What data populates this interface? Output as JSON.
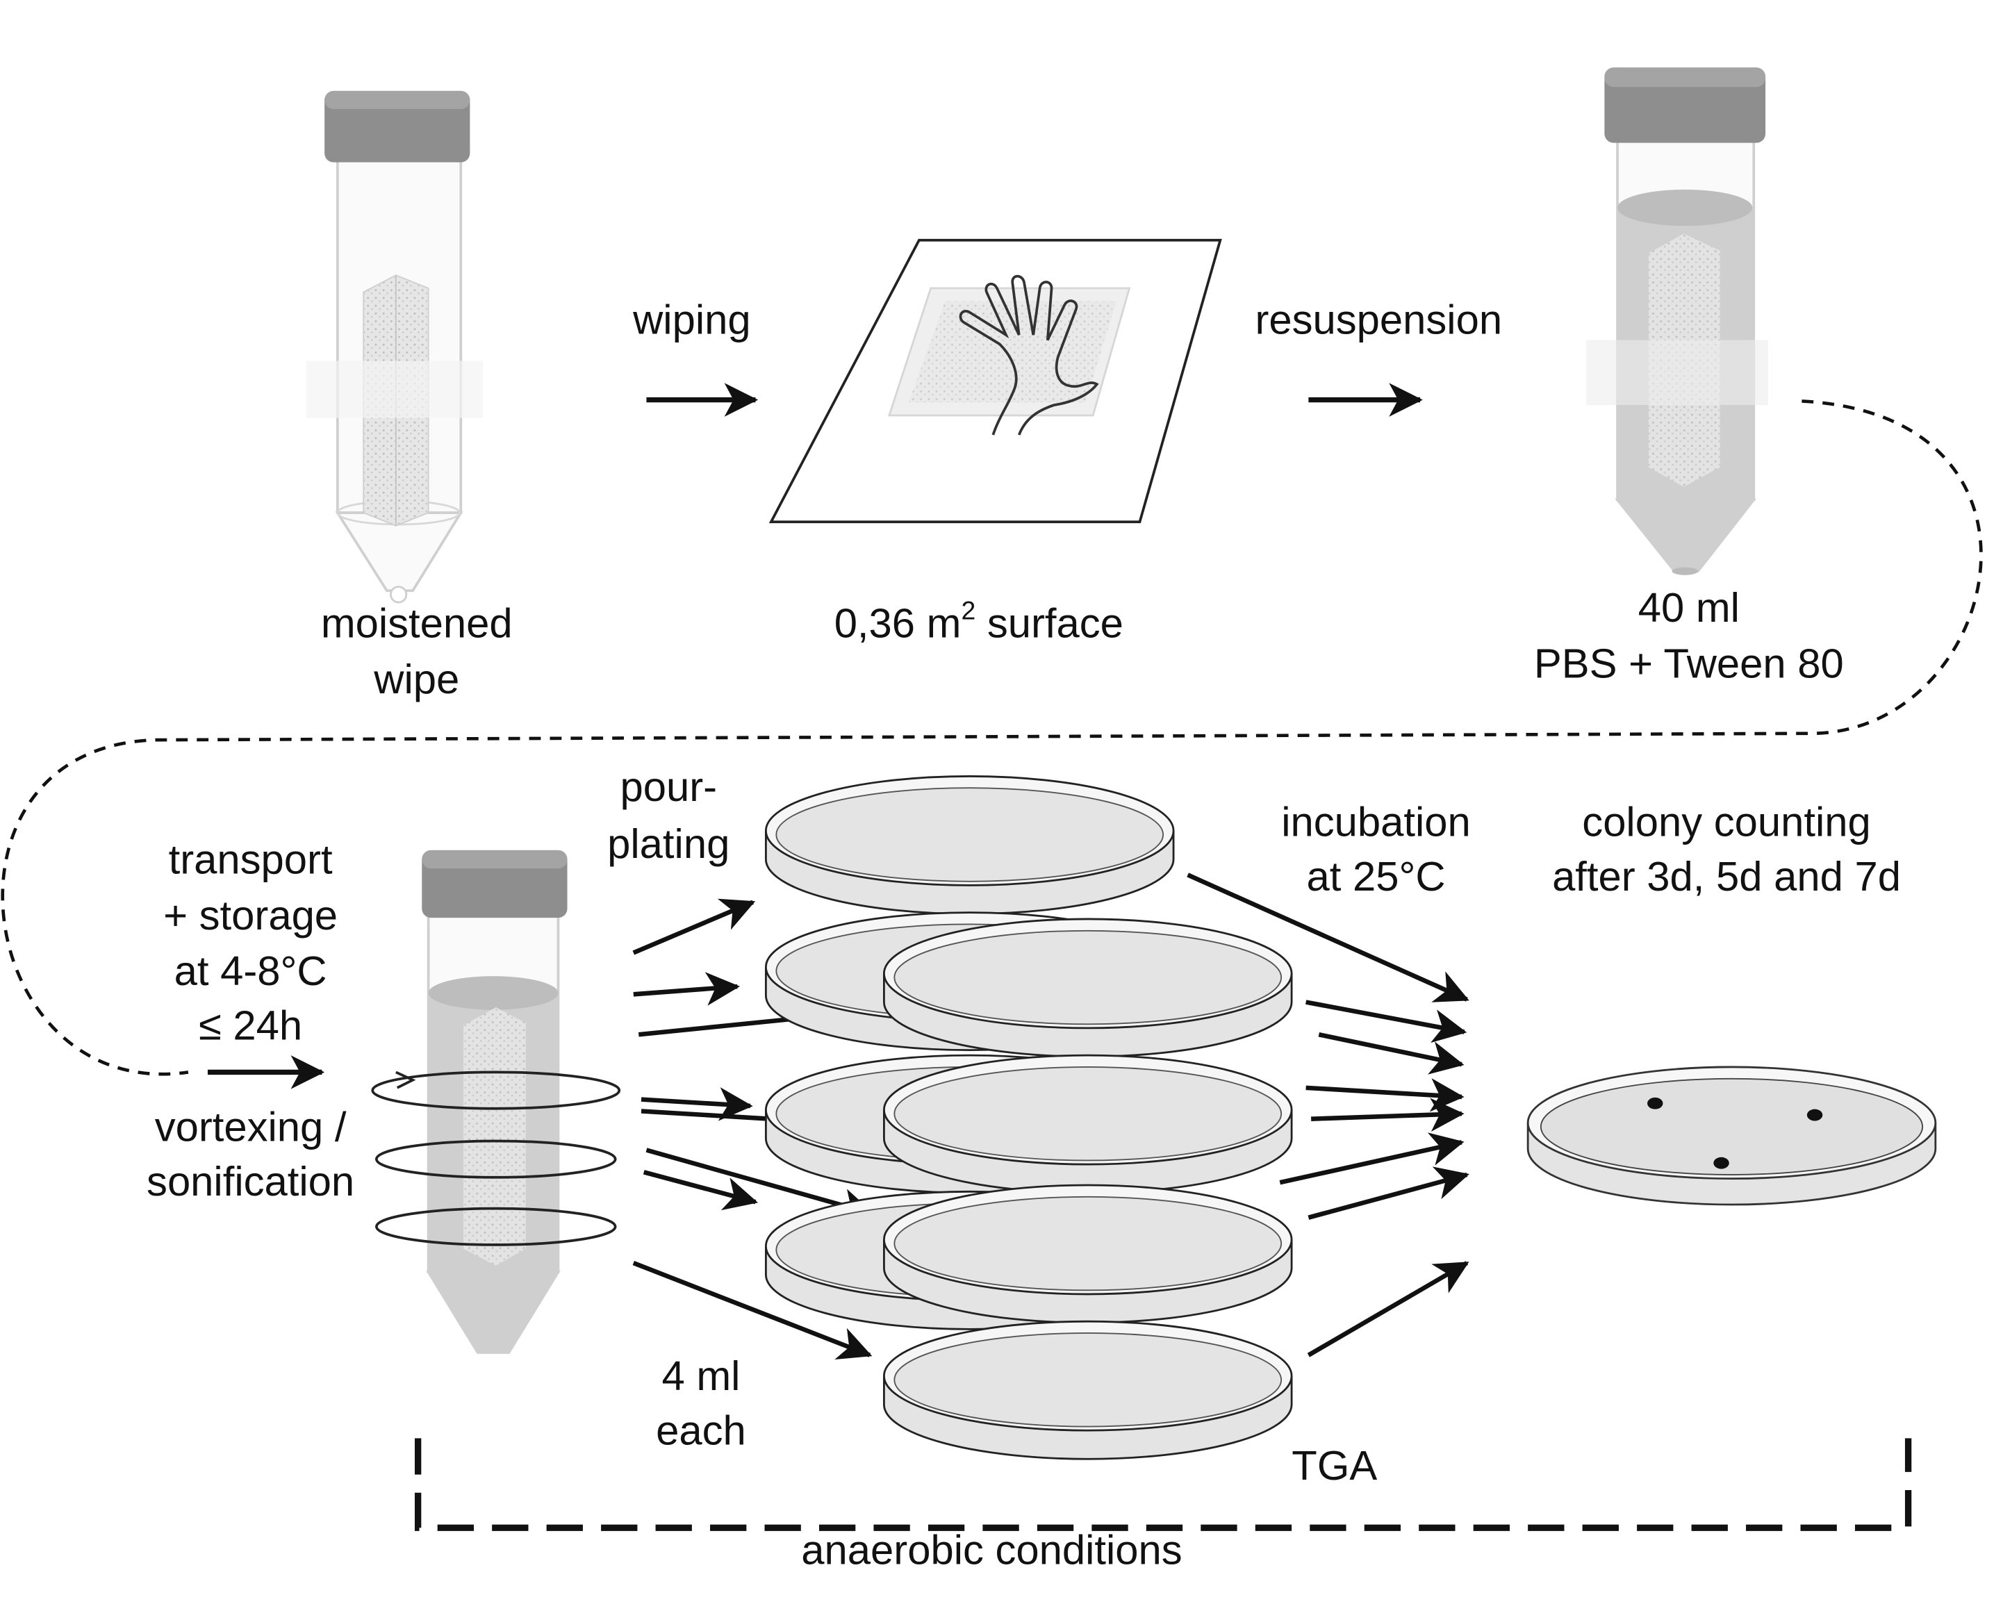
{
  "labels": {
    "wipe_line1": "moistened",
    "wipe_line2": "wipe",
    "wiping": "wiping",
    "surface_prefix": "0,36 m",
    "surface_exp": "2",
    "surface_suffix": " surface",
    "resuspension": "resuspension",
    "volume": "40 ml",
    "buffer": "PBS + Tween 80",
    "transport_1": "transport",
    "transport_2": "+ storage",
    "transport_3": "at 4-8°C",
    "transport_4": "≤ 24h",
    "vortex_1": "vortexing /",
    "vortex_2": "sonification",
    "pour_1": "pour-",
    "pour_2": "plating",
    "each_1": "4 ml",
    "each_2": "each",
    "incub_1": "incubation",
    "incub_2": "at 25°C",
    "count_1": "colony counting",
    "count_2": "after 3d, 5d and 7d",
    "medium": "TGA",
    "anaerobic": "anaerobic conditions"
  },
  "colors": {
    "cap": "#8e8e8e",
    "liquid": "#cfcfcf",
    "plate_fill": "#e4e4e4",
    "line": "#222222"
  }
}
